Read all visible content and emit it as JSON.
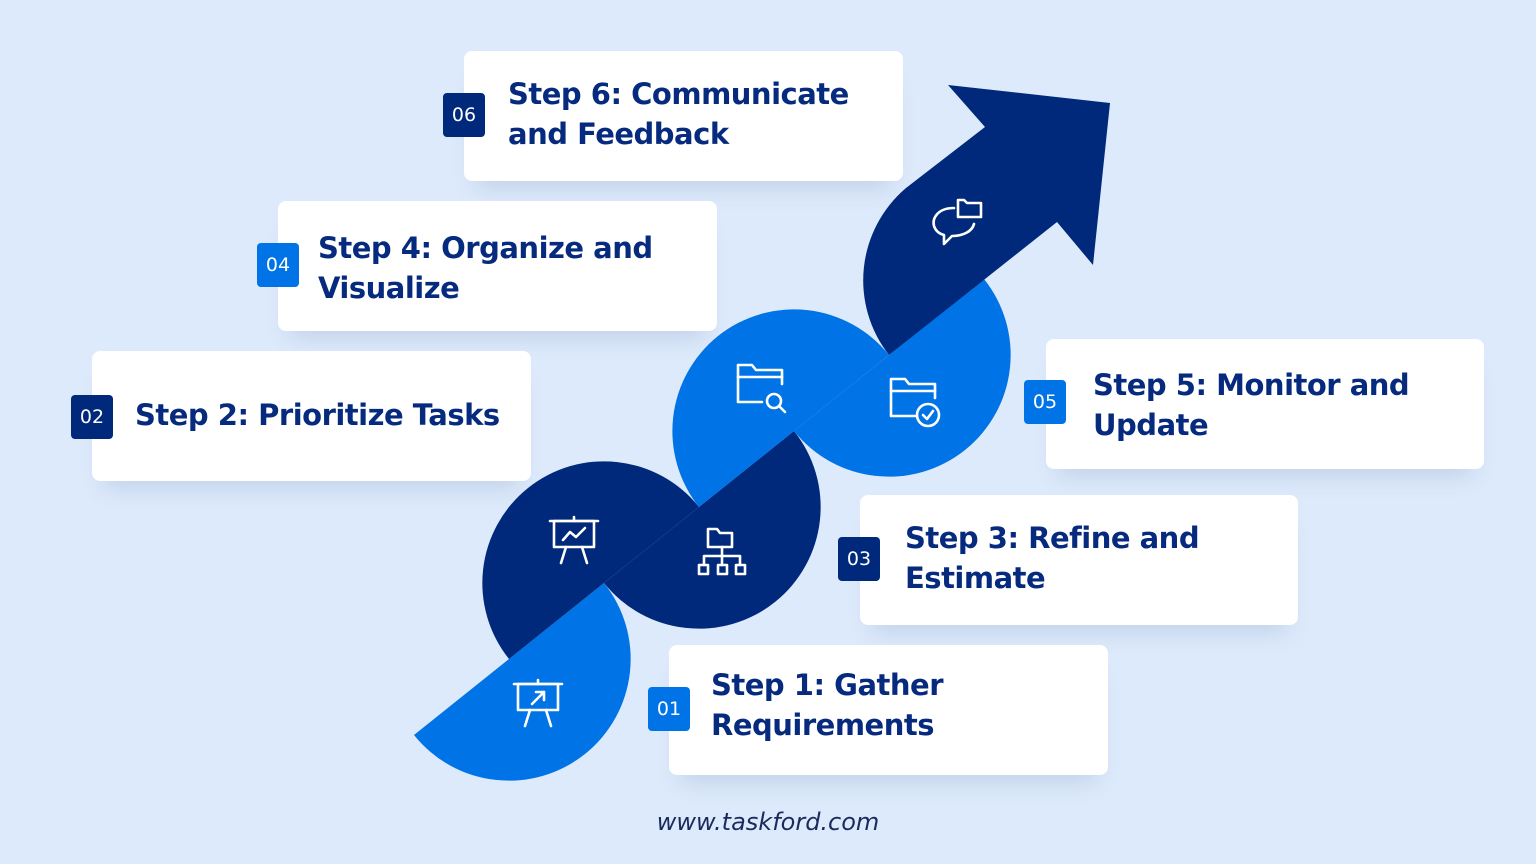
{
  "colors": {
    "background": "#ddeafb",
    "dark": "#00287b",
    "light": "#0074e6",
    "title": "#062a7e"
  },
  "steps": [
    {
      "number": "01",
      "title_line1": "Step 1: Gather",
      "title_line2": "Requirements",
      "icon": "presentation-arrow-icon"
    },
    {
      "number": "02",
      "title_line1": "Step 2: Prioritize Tasks",
      "title_line2": "",
      "icon": "presentation-chart-icon"
    },
    {
      "number": "03",
      "title_line1": "Step 3: Refine and",
      "title_line2": "Estimate",
      "icon": "folder-hierarchy-icon"
    },
    {
      "number": "04",
      "title_line1": "Step 4: Organize and",
      "title_line2": "Visualize",
      "icon": "folder-search-icon"
    },
    {
      "number": "05",
      "title_line1": "Step 5: Monitor and",
      "title_line2": "Update",
      "icon": "folder-check-icon"
    },
    {
      "number": "06",
      "title_line1": "Step 6: Communicate",
      "title_line2": "and Feedback",
      "icon": "chat-folder-icon"
    }
  ],
  "footer": "www.taskford.com"
}
